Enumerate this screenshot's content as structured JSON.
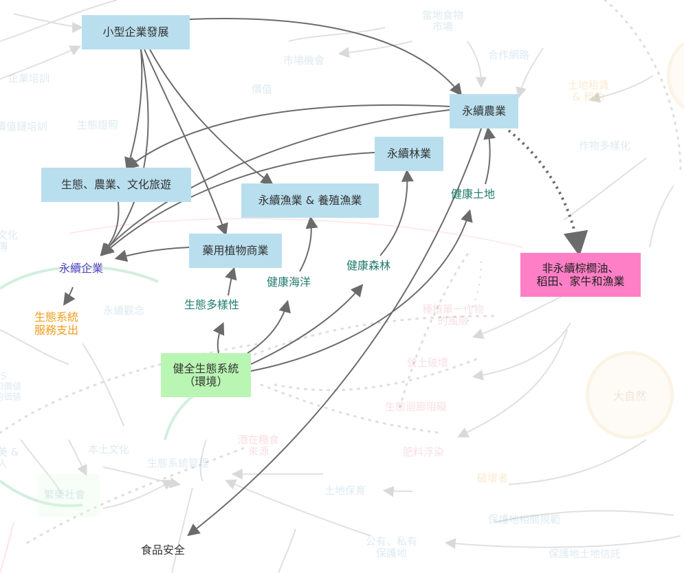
{
  "colors": {
    "box_blue": "#b9dfee",
    "box_green": "#b9f5b3",
    "box_pink": "#ff7fc6",
    "text_teal": "#1f7a6e",
    "text_purple": "#5b43c6",
    "text_orange": "#f29b18",
    "arrow": "#6b6b6b"
  },
  "nodes": {
    "small_business": "小型企業發展",
    "eco_tourism": "生態、農業、文化旅遊",
    "sustainable_agri": "永續農業",
    "sustainable_forestry": "永續林業",
    "sustainable_fishery": "永續漁業 & 養殖漁業",
    "medicinal_plants": "藥用植物商業",
    "healthy_ecosystem": "健全生態系統\n（環境）",
    "unsustainable": "非永續棕櫚油、\n稻田、家牛和漁業"
  },
  "labels": {
    "sustainable_enterprise": "永續企業",
    "ecosystem_services": "生態系統\n服務支出",
    "biodiversity": "生態多樣性",
    "healthy_ocean": "健康海洋",
    "healthy_forest": "健康森林",
    "healthy_land": "健康土地",
    "food_security": "食品安全"
  },
  "background_labels": {
    "b1": "市場機會",
    "b2": "合作網路",
    "b3": "當地食物\n市場",
    "b4": "企業培訓",
    "b5": "價值",
    "b6": "土地租賃\n& 租約",
    "b7": "生態證照",
    "b8": "價值鏈培訓",
    "b9": "作物多樣化",
    "b10": "永續觀念",
    "b11": "種植單一作物\n的風險",
    "b12": "營土破壞",
    "b13": "生態迴廊阻礙",
    "b14": "肥料浮染",
    "b15": "本土文化",
    "b16": "生態系統管理",
    "b17": "潛在糧食\n來源",
    "b18": "土地保育",
    "b19": "繁榮社會",
    "b20": "破壞者",
    "b21": "保護地相關規範",
    "b22": "公有、私有\n保護地",
    "b23": "保護地土地信託",
    "b24": "大自然",
    "b25": "文化\n傳",
    "b26": "RS\n和價値\n的価値",
    "b27": "美 &\n人"
  }
}
